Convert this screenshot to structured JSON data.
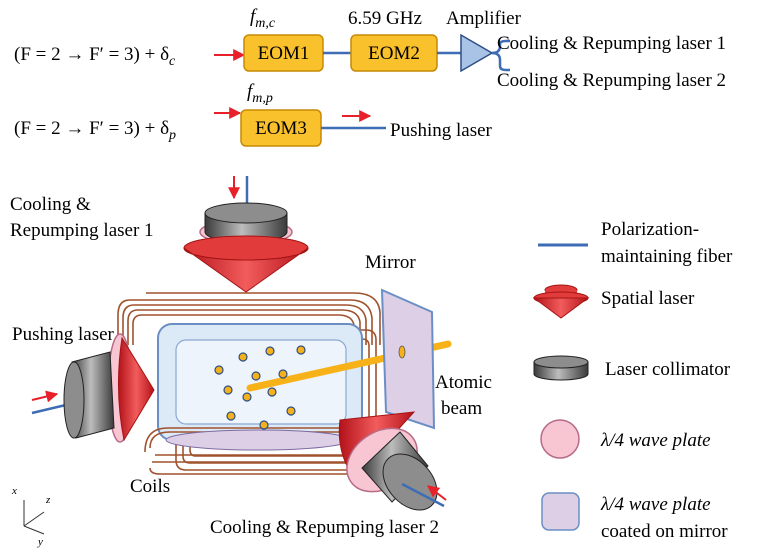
{
  "top_chain": {
    "row1": {
      "input_label": "(F = 2 → F′ = 3) + δ",
      "input_sub": "c",
      "mod_label": "f",
      "mod_sub": "m,c",
      "eom1": "EOM1",
      "freq_label": "6.59 GHz",
      "eom2": "EOM2",
      "amp_label": "Amplifier",
      "out1": "Cooling & Repumping laser 1",
      "out2": "Cooling & Repumping laser 2"
    },
    "row2": {
      "input_label": "(F = 2 → F′ = 3) + δ",
      "input_sub": "p",
      "mod_label": "f",
      "mod_sub": "m,p",
      "eom3": "EOM3",
      "out": "Pushing laser"
    }
  },
  "setup": {
    "cooling1_line1": "Cooling &",
    "cooling1_line2": "Repumping laser 1",
    "mirror": "Mirror",
    "pushing": "Pushing laser",
    "atomic_line1": "Atomic",
    "atomic_line2": "beam",
    "coils": "Coils",
    "cooling2": "Cooling & Repumping laser 2",
    "axis_x": "x",
    "axis_y": "y",
    "axis_z": "z"
  },
  "legend": {
    "fiber_line1": "Polarization-",
    "fiber_line2": "maintaining fiber",
    "spatial": "Spatial laser",
    "collimator": "Laser collimator",
    "waveplate": "λ/4 wave plate",
    "coated_line1": "λ/4 wave plate",
    "coated_line2": "coated on mirror"
  },
  "colors": {
    "eom_fill": "#f9c12b",
    "fiber": "#3e6db5",
    "arrow": "#e8202a",
    "laser_red": "#e23b3b",
    "coil": "#a0522d",
    "waveplate_pink": "#f7c6d2",
    "coated_purple": "#dccfe6",
    "atom": "#f5b11c",
    "beam": "#f7b21a"
  }
}
